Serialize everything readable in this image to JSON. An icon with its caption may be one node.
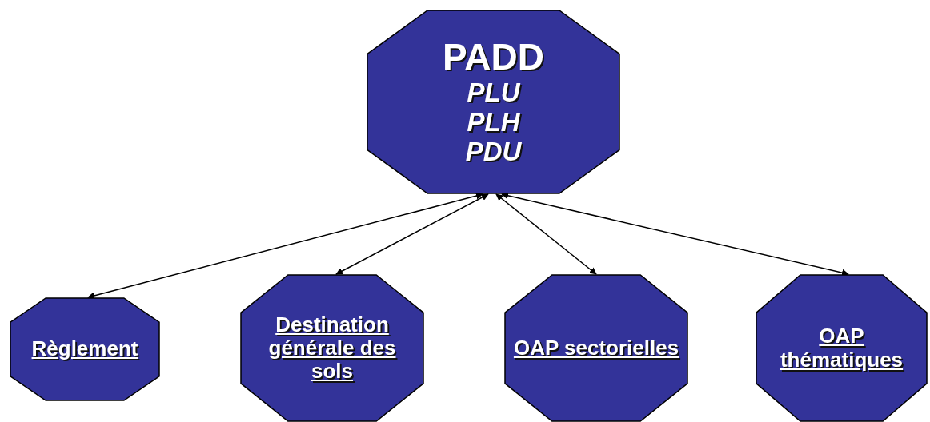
{
  "diagram": {
    "nodes": [
      {
        "text": [
          "PADD",
          "PLU",
          "PLH",
          "PDU"
        ]
      },
      {
        "text": [
          "Règlement"
        ]
      },
      {
        "text": [
          "Destination générale des sols"
        ]
      },
      {
        "text": [
          "OAP sectorielles"
        ]
      },
      {
        "text": [
          "OAP thématiques"
        ]
      }
    ],
    "edges": [
      {
        "from": 0,
        "to": 1,
        "arrow": "both"
      },
      {
        "from": 0,
        "to": 2,
        "arrow": "both"
      },
      {
        "from": 0,
        "to": 3,
        "arrow": "both"
      },
      {
        "from": 0,
        "to": 4,
        "arrow": "both"
      }
    ]
  }
}
